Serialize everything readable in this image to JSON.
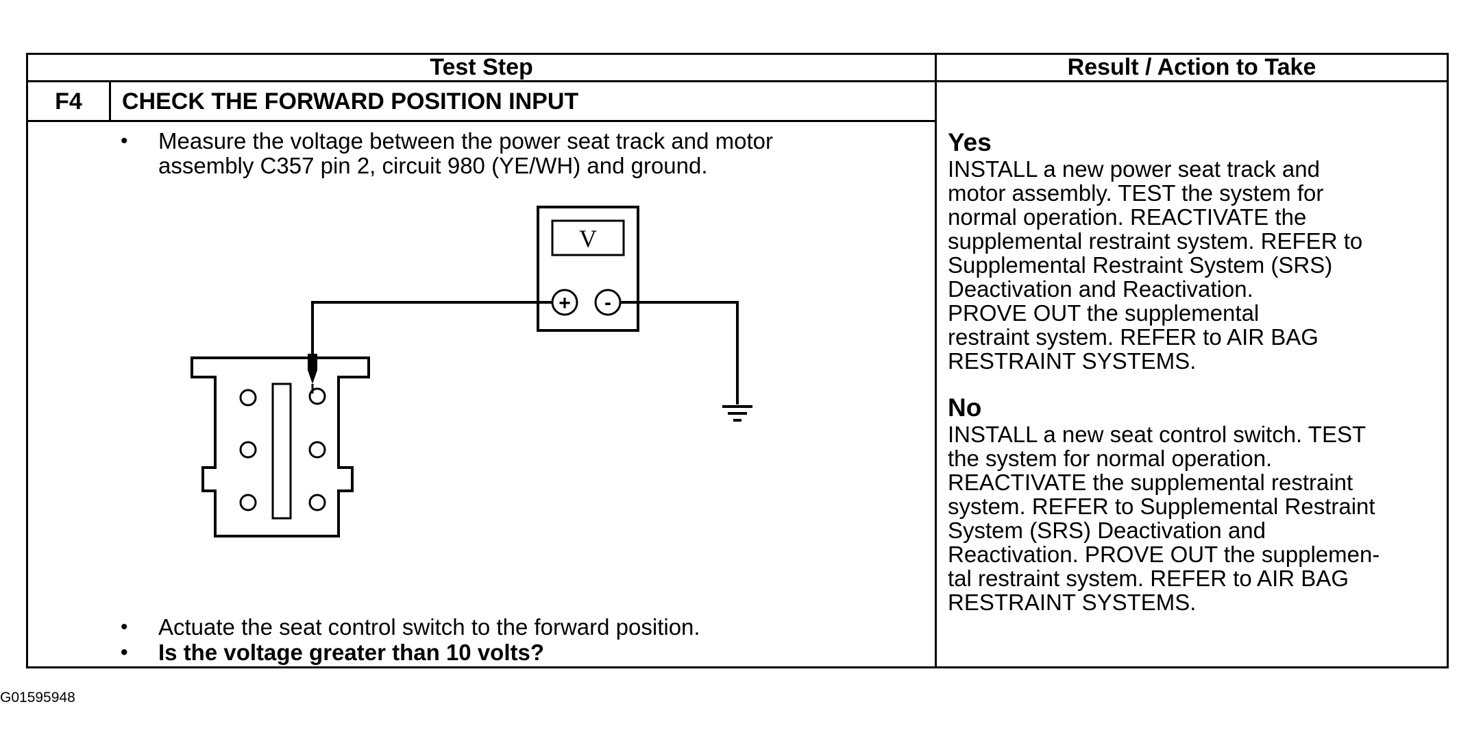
{
  "table": {
    "headers": {
      "test_step": "Test Step",
      "result_action": "Result / Action to Take"
    },
    "step": {
      "id": "F4",
      "title": "CHECK THE FORWARD POSITION INPUT",
      "bullet_glyph": "•",
      "bullets": [
        {
          "text": "Measure the voltage between the power seat track and motor\nassembly C357 pin 2, circuit 980 (YE/WH) and ground.",
          "bold": false
        },
        {
          "text": "Actuate the seat control switch to the forward position.",
          "bold": false
        },
        {
          "text": "Is the voltage greater than 10 volts?",
          "bold": true
        }
      ]
    },
    "results": [
      {
        "label": "Yes",
        "action": "INSTALL a new power seat track and\nmotor assembly. TEST the system for\nnormal operation. REACTIVATE the\nsupplemental restraint system. REFER to\nSupplemental Restraint System (SRS)\nDeactivation and Reactivation.\nPROVE OUT the supplemental\nrestraint system. REFER to AIR BAG\nRESTRAINT SYSTEMS."
      },
      {
        "label": "No",
        "action": "INSTALL a new seat control switch. TEST\nthe system for normal operation.\nREACTIVATE the supplemental restraint\nsystem. REFER to Supplemental Restraint\nSystem (SRS) Deactivation and\nReactivation. PROVE OUT the supplemen-\ntal restraint system. REFER to AIR BAG\nRESTRAINT SYSTEMS."
      }
    ]
  },
  "diagram": {
    "meter_display": "V",
    "probe_plus": "+",
    "probe_minus": "-"
  },
  "figure_id": "G01595948"
}
